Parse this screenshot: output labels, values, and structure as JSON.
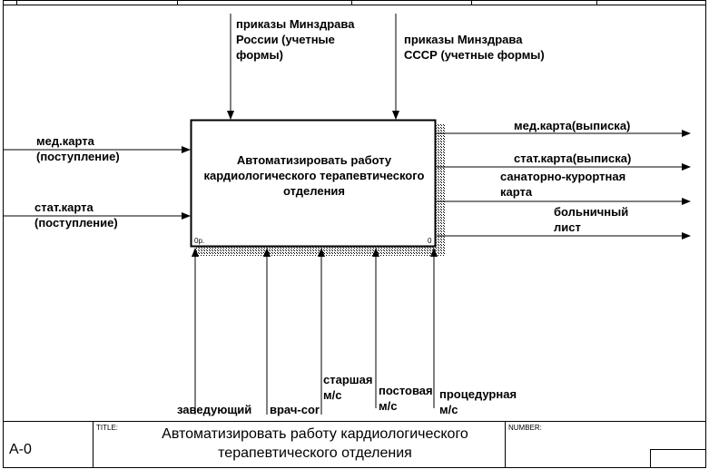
{
  "activity": {
    "title": "Автоматизировать работу\nкардиологического терапевтического\nотделения",
    "cost_label": "0р.",
    "number": "0"
  },
  "controls": [
    {
      "label": "приказы Минздрава\nРоссии (учетные\nформы)"
    },
    {
      "label": "приказы Минздрава\nСССР (учетные формы)"
    }
  ],
  "inputs": [
    {
      "label": "мед.карта\n(поступление)"
    },
    {
      "label": "стат.карта\n(поступление)"
    }
  ],
  "outputs": [
    {
      "label": "мед.карта(выписка)"
    },
    {
      "label": "стат.карта(выписка)"
    },
    {
      "label": "санаторно-курортная\nкарта"
    },
    {
      "label": "больничный\nлист"
    }
  ],
  "mechanisms": [
    {
      "label": "заведующий"
    },
    {
      "label": "врач-cor"
    },
    {
      "label": "старшая\nм/с"
    },
    {
      "label": "постовая\nм/с"
    },
    {
      "label": "процедурная\nм/с"
    }
  ],
  "footer": {
    "node_label": "А-0",
    "title_caption": "TITLE:",
    "title": "Автоматизировать работу кардиологического\nтерапевтического отделения",
    "number_caption": "NUMBER:"
  }
}
